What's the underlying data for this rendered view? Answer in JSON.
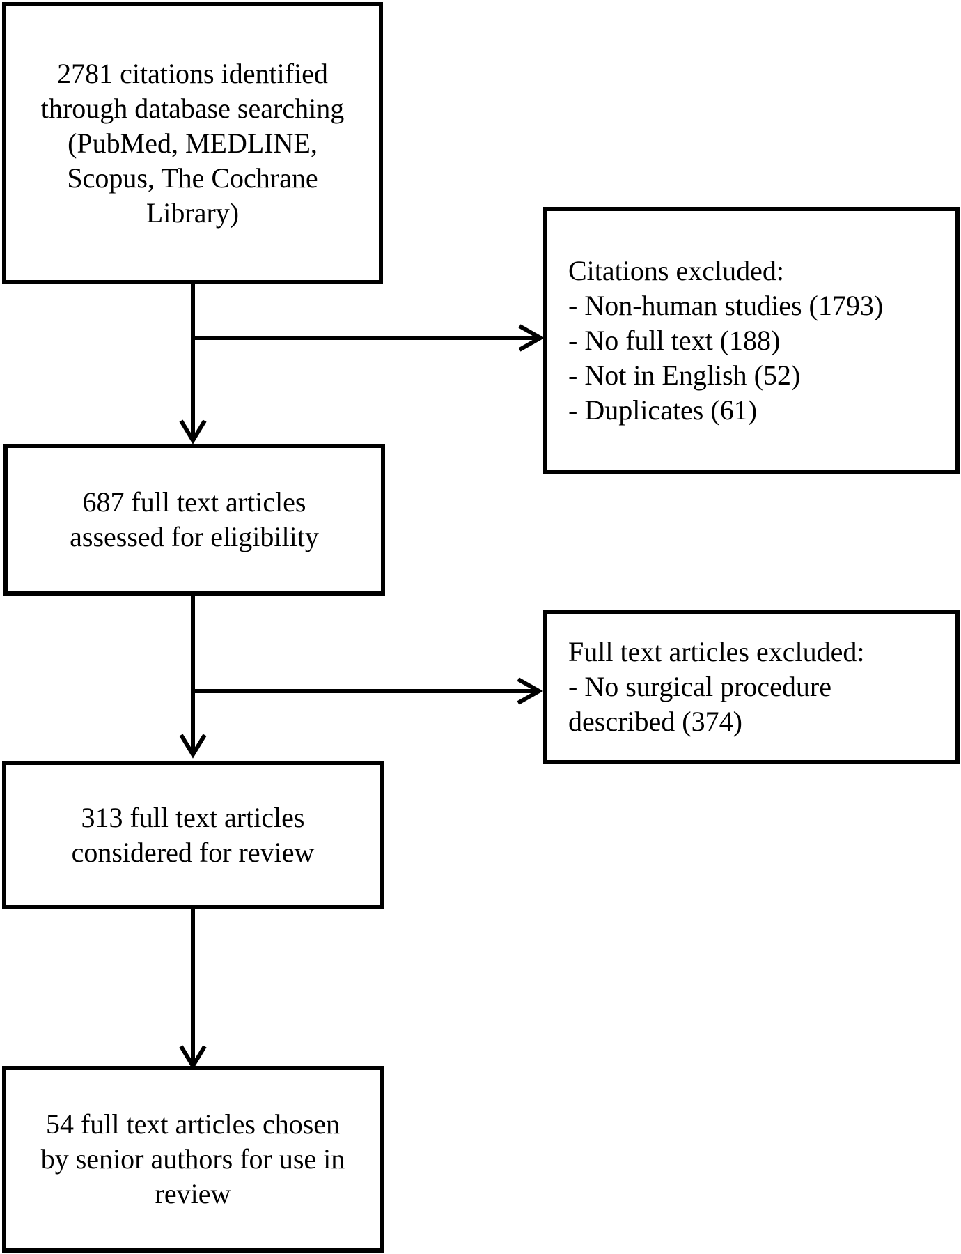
{
  "boxes": {
    "identified": {
      "lines": [
        "2781 citations identified",
        "through database searching",
        "(PubMed, MEDLINE,",
        "Scopus, The Cochrane",
        "Library)"
      ]
    },
    "citations_excluded": {
      "lines": [
        "Citations excluded:",
        "- Non-human studies (1793)",
        "- No full text (188)",
        "- Not in English (52)",
        "- Duplicates (61)"
      ]
    },
    "assessed": {
      "lines": [
        "687 full text articles",
        "assessed for eligibility"
      ]
    },
    "fulltext_excluded": {
      "lines": [
        "Full text articles excluded:",
        "- No surgical procedure",
        "described (374)"
      ]
    },
    "considered": {
      "lines": [
        "313 full text articles",
        "considered for review"
      ]
    },
    "chosen": {
      "lines": [
        "54 full text articles chosen",
        "by senior authors for use in",
        "review"
      ]
    }
  }
}
